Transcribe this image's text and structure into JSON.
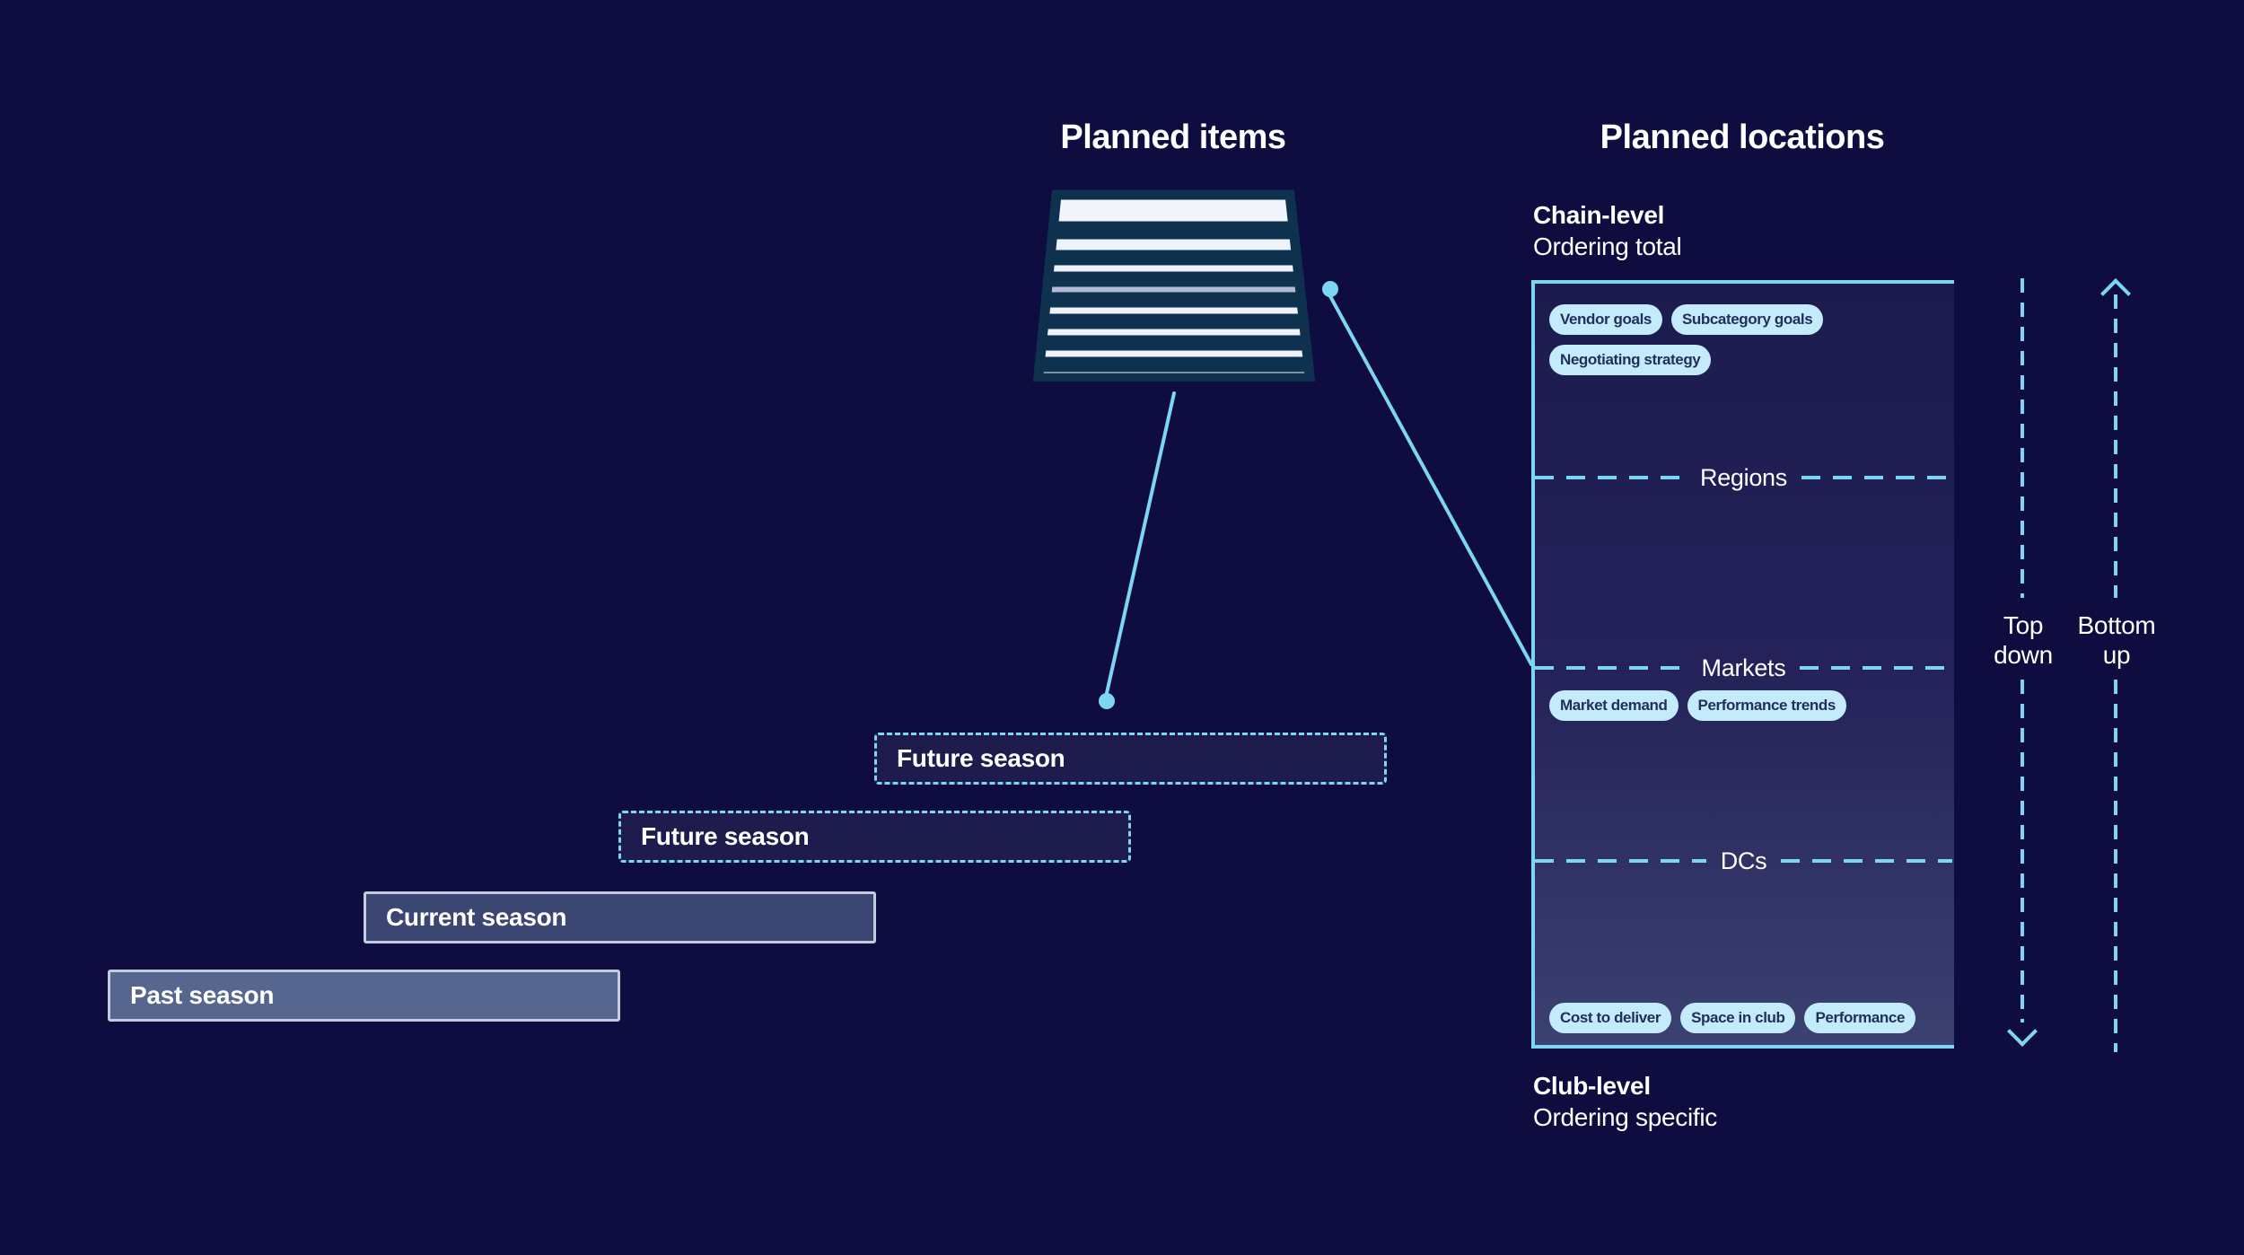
{
  "titles": {
    "left": "Planned items",
    "right": "Planned locations"
  },
  "chain_level": {
    "heading": "Chain-level",
    "subheading": "Ordering total"
  },
  "club_level": {
    "heading": "Club-level",
    "subheading": "Ordering specific"
  },
  "dividers": {
    "regions": "Regions",
    "markets": "Markets",
    "dcs": "DCs"
  },
  "pills": {
    "chain": [
      "Vendor goals",
      "Subcategory goals",
      "Negotiating strategy"
    ],
    "markets": [
      "Market demand",
      "Performance trends"
    ],
    "club": [
      "Cost to deliver",
      "Space in club",
      "Performance"
    ]
  },
  "seasons": {
    "future_top": "Future season",
    "future_bottom": "Future season",
    "current": "Current season",
    "past": "Past season"
  },
  "arrows": {
    "top_down": [
      "Top",
      "down"
    ],
    "bottom_up": [
      "Bottom",
      "up"
    ]
  },
  "icon": {
    "name": "stacked-layers-icon",
    "layers": 8,
    "highlighted_layer": 4
  },
  "colors": {
    "background": "#0f0c40",
    "accent_light_blue": "#7cd6f3",
    "pill_bg": "#c3ebfc",
    "pill_text": "#203057",
    "icon_outline": "#0f3150",
    "icon_layer": "#eef2fa",
    "icon_layer_highlight": "#aebbd2",
    "current_season_fill": "#3b4673",
    "past_season_fill": "#57668f",
    "season_border": "#c3ccde",
    "future_season_fill": "#1e1b4d",
    "box_gradient_top": "#1c1b4e",
    "box_gradient_bottom": "#3b4170",
    "text_white": "#ffffff"
  }
}
